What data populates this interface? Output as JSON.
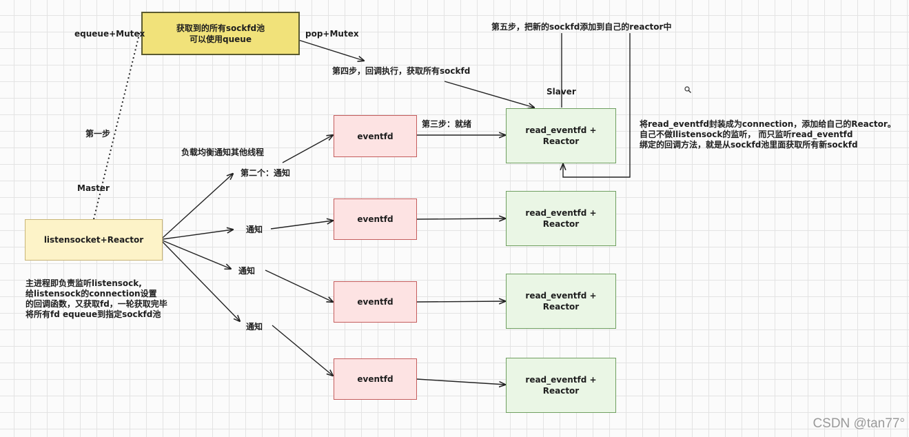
{
  "nodes": {
    "pool": "获取到的所有sockfd池\n可以使用queue",
    "listen": "listensocket+Reactor",
    "eventfd": [
      "eventfd",
      "eventfd",
      "eventfd",
      "eventfd"
    ],
    "reactor": [
      "read_eventfd +\nReactor",
      "read_eventfd +\nReactor",
      "read_eventfd +\nReactor",
      "read_eventfd +\nReactor"
    ]
  },
  "labels": {
    "equeue_mutex": "equeue+Mutex",
    "pop_mutex": "pop+Mutex",
    "step1": "第一步",
    "master": "Master",
    "load_balance": "负载均衡通知其他线程",
    "step2": "第二个：通知",
    "notify": [
      "通知",
      "通知",
      "通知"
    ],
    "step3": "第三步：就绪",
    "step4": "第四步，回调执行，获取所有sockfd",
    "step5": "第五步，把新的sockfd添加到自己的reactor中",
    "slaver": "Slaver",
    "master_desc": "主进程即负责监听listensock,\n给listensock的connection设置\n的回调函数，又获取fd，一轮获取完毕\n将所有fd equeue到指定sockfd池",
    "reactor_desc": "将read_eventfd封装成为connection，添加给自己的Reactor。\n自己不做llistensock的监听， 而只监听read_eventfd\n绑定的回调方法，就是从sockfd池里面获取所有新sockfd"
  },
  "watermark": "CSDN @tan77°",
  "zoom_icon": "magnifier-icon"
}
